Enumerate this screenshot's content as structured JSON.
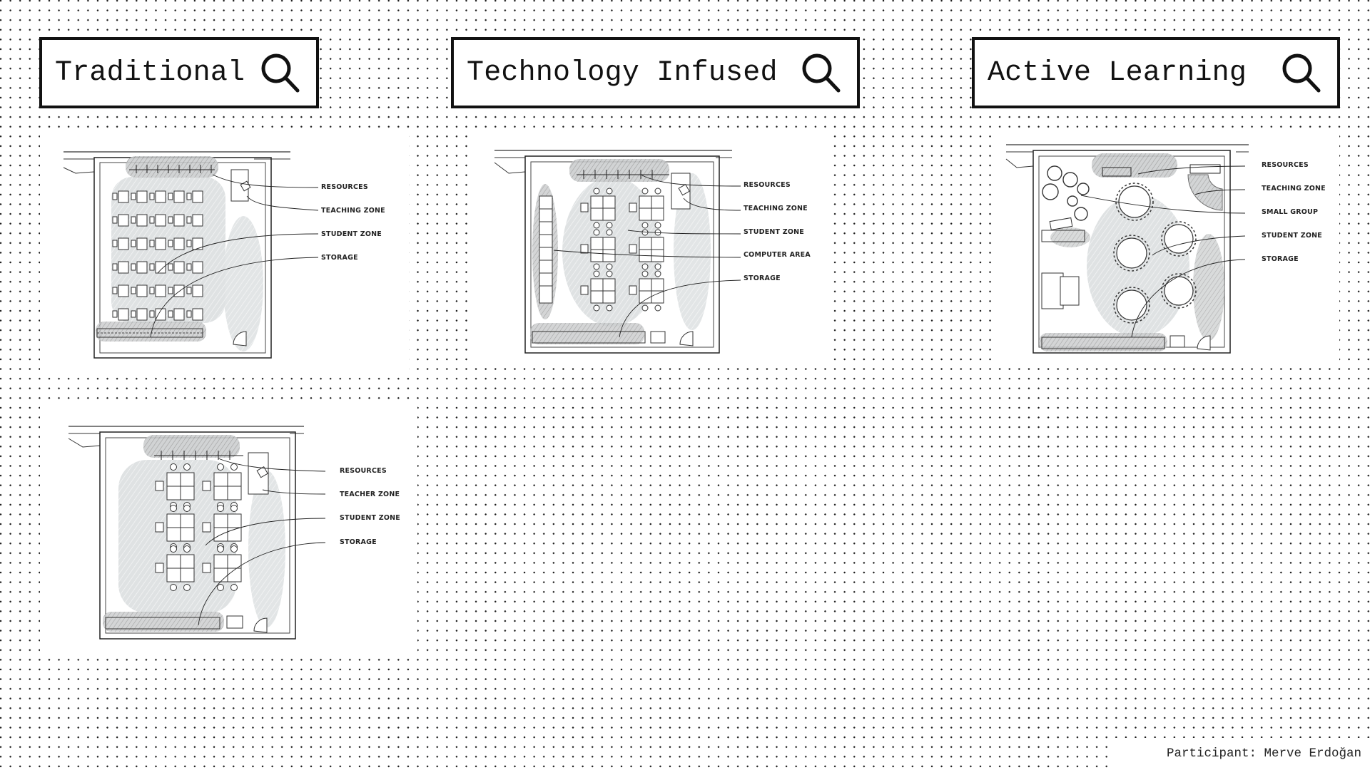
{
  "categories": [
    {
      "label": "Traditional",
      "icon": "search-icon"
    },
    {
      "label": "Technology Infused",
      "icon": "search-icon"
    },
    {
      "label": "Active Learning",
      "icon": "search-icon"
    }
  ],
  "plans": {
    "traditional": {
      "labels": [
        "RESOURCES",
        "TEACHING ZONE",
        "STUDENT ZONE",
        "STORAGE"
      ]
    },
    "technology_infused": {
      "labels": [
        "RESOURCES",
        "TEACHING ZONE",
        "STUDENT ZONE",
        "COMPUTER AREA",
        "STORAGE"
      ]
    },
    "active_learning": {
      "labels": [
        "RESOURCES",
        "TEACHING ZONE",
        "SMALL GROUP",
        "STUDENT ZONE",
        "STORAGE"
      ]
    },
    "participant_plan": {
      "labels": [
        "RESOURCES",
        "TEACHER ZONE",
        "STUDENT ZONE",
        "STORAGE"
      ]
    }
  },
  "footer": {
    "participant": "Participant: Merve Erdoğan"
  },
  "colors": {
    "ink": "#111111",
    "zone_fill": "#d6dadb",
    "hatch": "#9a9a9a",
    "background": "#ffffff"
  }
}
